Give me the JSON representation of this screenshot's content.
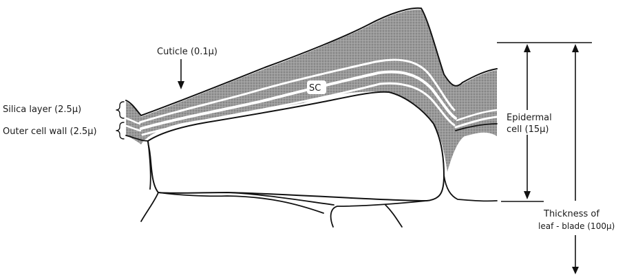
{
  "labels": {
    "cuticle": "Cuticle (0.1μ)",
    "silica_layer": "Silica layer (2.5μ)",
    "outer_cell_wall": "Outer cell wall (2.5μ)",
    "sc": "SC",
    "epidermal_line1": "Epidermal",
    "epidermal_line2": "cell (15μ)",
    "thickness_line1": "Thickness of",
    "thickness_line2": "leaf - blade (100μ)"
  },
  "colors": {
    "stipple": "#8c8c8c",
    "ink": "#111111",
    "paper": "#ffffff"
  }
}
